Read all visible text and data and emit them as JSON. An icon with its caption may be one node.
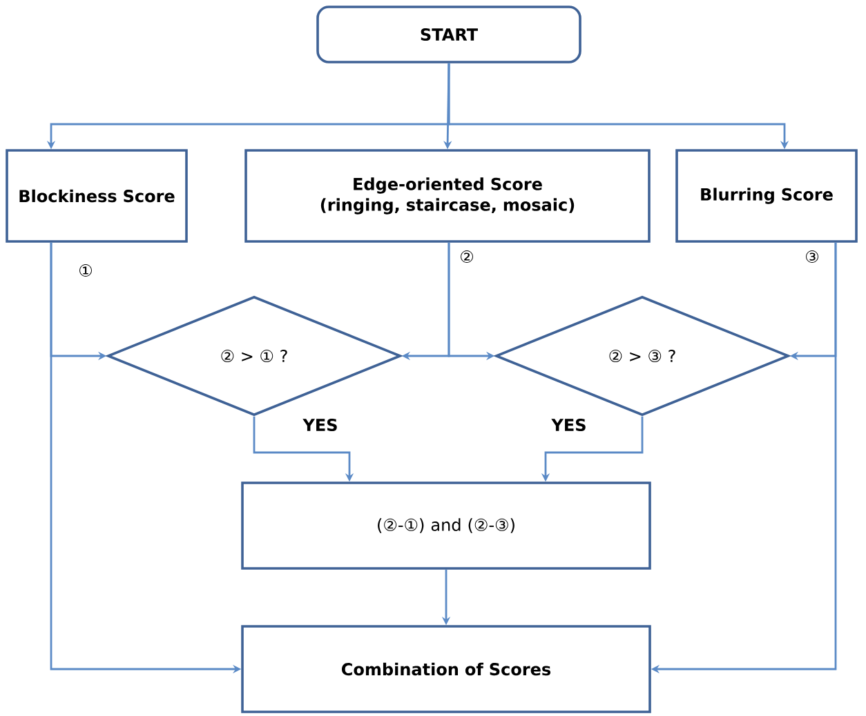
{
  "diagram": {
    "nodes": [
      {
        "text": [
          "START"
        ]
      },
      {
        "text": [
          "Blockiness Score"
        ],
        "beside": [
          "①"
        ]
      },
      {
        "text": [
          "Edge-oriented Score (ringing, staircase, mosaic)"
        ],
        "beside": [
          "②"
        ]
      },
      {
        "text": [
          "Blurring Score"
        ],
        "beside": [
          "③"
        ]
      },
      {
        "text": [
          "② > ① ?"
        ]
      },
      {
        "text": [
          "② > ③ ?"
        ]
      },
      {
        "text": [
          "(②-①) and (②-③)"
        ]
      },
      {
        "text": [
          "Combination of Scores"
        ]
      }
    ],
    "edges": [
      {
        "from": 0,
        "to": 1,
        "arrow": "to"
      },
      {
        "from": 0,
        "to": 2,
        "arrow": "to"
      },
      {
        "from": 0,
        "to": 3,
        "arrow": "to"
      },
      {
        "from": 1,
        "to": 4,
        "arrow": "to"
      },
      {
        "from": 1,
        "to": 7,
        "arrow": "to"
      },
      {
        "from": 2,
        "to": 4,
        "arrow": "to"
      },
      {
        "from": 2,
        "to": 5,
        "arrow": "to"
      },
      {
        "from": 3,
        "to": 5,
        "arrow": "to"
      },
      {
        "from": 3,
        "to": 7,
        "arrow": "to"
      },
      {
        "from": 4,
        "to": 6,
        "arrow": "to",
        "label": "YES"
      },
      {
        "from": 5,
        "to": 6,
        "arrow": "to",
        "label": "YES"
      },
      {
        "from": 6,
        "to": 7,
        "arrow": "to"
      }
    ]
  }
}
